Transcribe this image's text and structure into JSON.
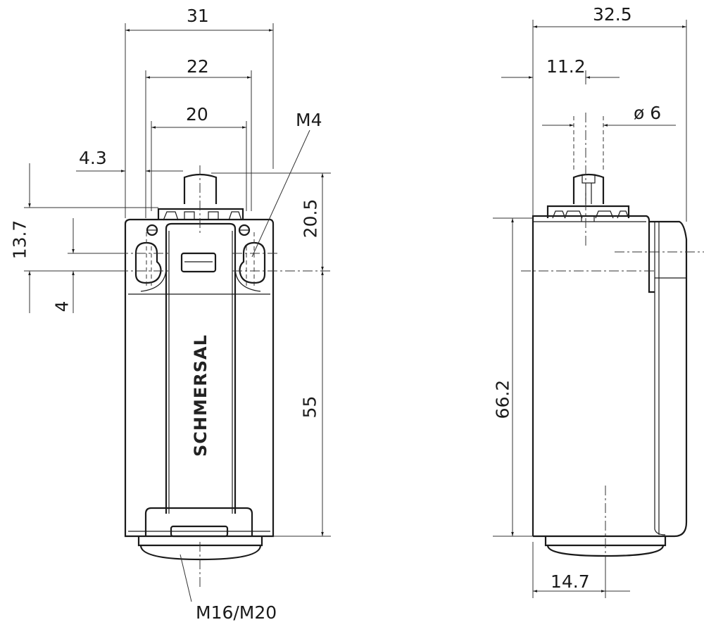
{
  "front_view": {
    "dim_width_overall": "31",
    "dim_width_mount": "22",
    "dim_width_inner": "20",
    "dim_offset": "4.3",
    "dim_thread_screw": "M4",
    "dim_height_slot": "13.7",
    "dim_slot": "4",
    "dim_head_height": "20.5",
    "dim_body_height": "55",
    "dim_cable_gland": "M16/M20",
    "brand_logo": "SCHMERSAL"
  },
  "side_view": {
    "dim_depth_overall": "32.5",
    "dim_plunger_offset": "11.2",
    "dim_plunger_diameter": "ø 6",
    "dim_body_height": "66.2",
    "dim_gland_offset": "14.7"
  }
}
